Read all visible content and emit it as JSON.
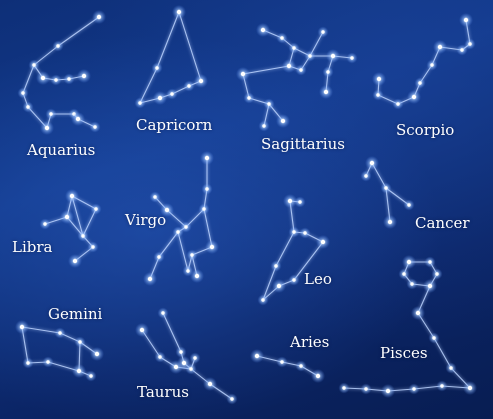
{
  "scene": {
    "line_color": "#bcd4ff",
    "star_color": "#ffffff",
    "glow_color": "#7fb2ff"
  },
  "constellations": [
    {
      "id": "aquarius",
      "label": "Aquarius"
    },
    {
      "id": "capricorn",
      "label": "Capricorn"
    },
    {
      "id": "sagittarius",
      "label": "Sagittarius"
    },
    {
      "id": "scorpio",
      "label": "Scorpio"
    },
    {
      "id": "libra",
      "label": "Libra"
    },
    {
      "id": "virgo",
      "label": "Virgo"
    },
    {
      "id": "leo",
      "label": "Leo"
    },
    {
      "id": "cancer",
      "label": "Cancer"
    },
    {
      "id": "gemini",
      "label": "Gemini"
    },
    {
      "id": "aries",
      "label": "Aries"
    },
    {
      "id": "pisces",
      "label": "Pisces"
    },
    {
      "id": "taurus",
      "label": "Taurus"
    }
  ]
}
